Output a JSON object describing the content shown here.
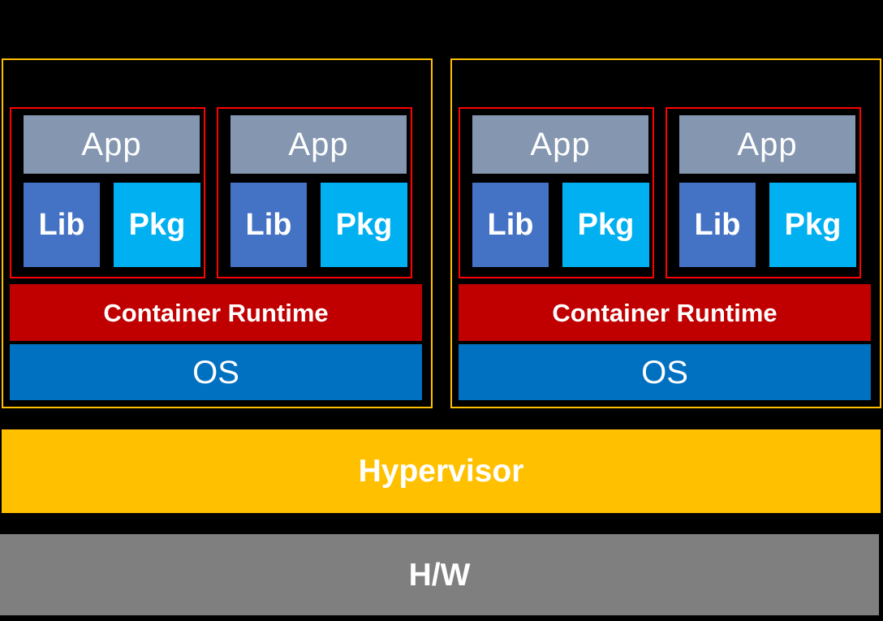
{
  "colors": {
    "background": "#000000",
    "vm_border": "#FFC000",
    "container_border": "#FF0000",
    "app_fill": "#8496B0",
    "lib_fill": "#4472C4",
    "pkg_fill": "#00B0F0",
    "runtime_fill": "#C00000",
    "os_fill": "#0070C0",
    "hypervisor_fill": "#FFC000",
    "hw_fill": "#7F7F7F",
    "label_text": "#FFFFFF"
  },
  "vms": [
    {
      "containers": [
        {
          "app_label": "App",
          "lib_label": "Lib",
          "pkg_label": "Pkg"
        },
        {
          "app_label": "App",
          "lib_label": "Lib",
          "pkg_label": "Pkg"
        }
      ],
      "runtime_label": "Container Runtime",
      "os_label": "OS"
    },
    {
      "containers": [
        {
          "app_label": "App",
          "lib_label": "Lib",
          "pkg_label": "Pkg"
        },
        {
          "app_label": "App",
          "lib_label": "Lib",
          "pkg_label": "Pkg"
        }
      ],
      "runtime_label": "Container Runtime",
      "os_label": "OS"
    }
  ],
  "hypervisor_label": "Hypervisor",
  "hardware_label": "H/W"
}
